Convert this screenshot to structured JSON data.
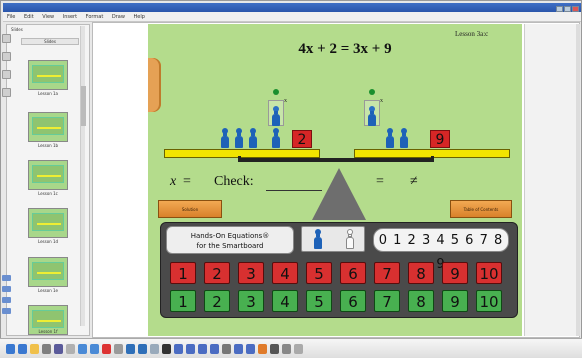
{
  "menu": [
    "File",
    "Edit",
    "View",
    "Insert",
    "Format",
    "Draw",
    "Help"
  ],
  "sorter": {
    "tab_label": "Slides",
    "title": "Slides",
    "thumb_labels": [
      "Lesson 1a",
      "Lesson 1b",
      "Lesson 1c",
      "Lesson 1d",
      "Lesson 1e",
      "Lesson 1f"
    ]
  },
  "slide": {
    "lesson": "Lesson 3a:c",
    "equation": "4x + 2 = 3x + 9",
    "left_number": "2",
    "right_number": "9",
    "x_mark": "x",
    "x_label": "x",
    "x_eq": "=",
    "check_label": "Check:",
    "check_eq": "=",
    "check_ne": "≠",
    "left_button": "Solution",
    "right_button": "Table of Contents",
    "brand_line1": "Hands-On Equations®",
    "brand_line2": "for the Smartboard",
    "digits": "0 1 2 3 4 5 6 7 8 9",
    "red_tiles": [
      "1",
      "2",
      "3",
      "4",
      "5",
      "6",
      "7",
      "8",
      "9",
      "10"
    ],
    "green_tiles": [
      "1",
      "2",
      "3",
      "4",
      "5",
      "6",
      "7",
      "8",
      "9",
      "10"
    ]
  },
  "colors": {
    "slide_bg": "#b4dc8c",
    "pawn_blue": "#1e62b8",
    "tile_red": "#d83030",
    "tile_green": "#48b050",
    "plank_yellow": "#f2e400",
    "button_orange": "#e0922f"
  },
  "icons": [
    "window-title-bar",
    "menu-bar",
    "shield-icon",
    "pen-icon",
    "eraser-icon",
    "arrow-icon",
    "undo-icon",
    "redo-icon",
    "delete-icon"
  ]
}
